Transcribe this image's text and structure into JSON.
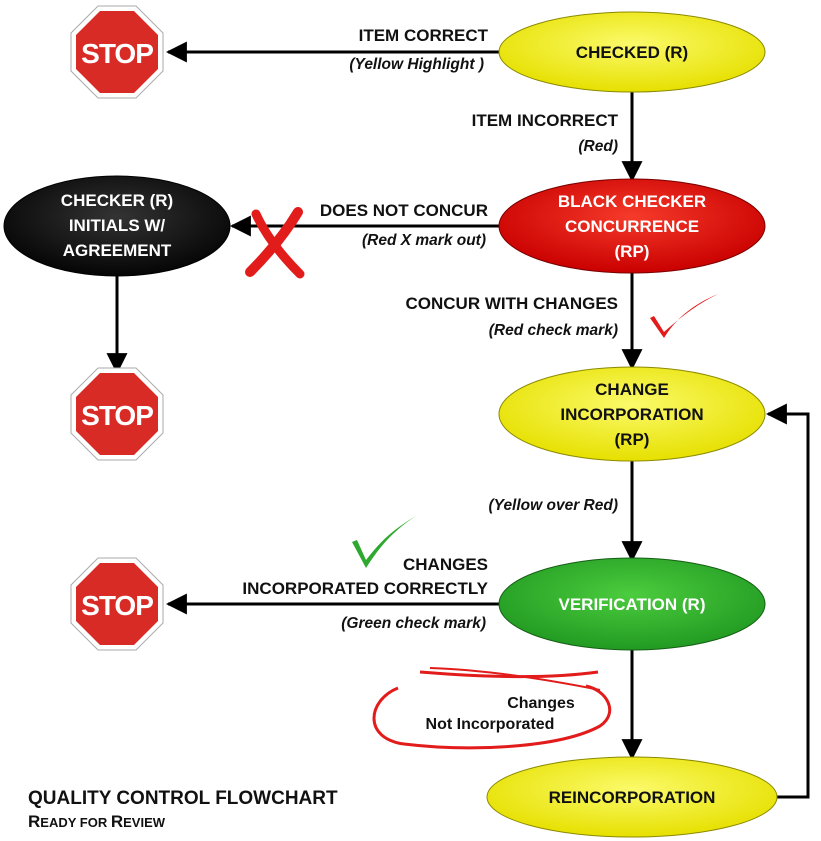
{
  "colors": {
    "yellow": "#f2ef00",
    "red": "#e00000",
    "black": "#111111",
    "green": "#2fb52f",
    "stop_red": "#d92b26",
    "arrow": "#000000",
    "mark_red": "#e21b1b",
    "mark_green": "#2ea82e"
  },
  "nodes": {
    "checked": [
      "CHECKED (R)"
    ],
    "concurrence": [
      "BLACK CHECKER",
      "CONCURRENCE",
      "(RP)"
    ],
    "checker_initials": [
      "CHECKER (R)",
      "INITIALS W/",
      "AGREEMENT"
    ],
    "change_incorporation": [
      "CHANGE",
      "INCORPORATION",
      "(RP)"
    ],
    "verification": [
      "VERIFICATION (R)"
    ],
    "reincorporation": [
      "REINCORPORATION"
    ]
  },
  "stop_label": "STOP",
  "edges": {
    "item_correct": {
      "label": "ITEM CORRECT",
      "note": "(Yellow Highlight )"
    },
    "item_incorrect": {
      "label": "ITEM INCORRECT",
      "note": "(Red)"
    },
    "does_not_concur": {
      "label": "DOES NOT CONCUR",
      "note": "(Red X mark out)"
    },
    "concur_with_changes": {
      "label": "CONCUR WITH CHANGES",
      "note": "(Red check mark)"
    },
    "yellow_over_red": {
      "note": "(Yellow over Red)"
    },
    "incorporated_correctly": {
      "label_line1": "CHANGES",
      "label_line2": "INCORPORATED CORRECTLY",
      "note": "(Green check mark)"
    }
  },
  "annotation": [
    "Changes",
    "Not Incorporated"
  ],
  "title": "QUALITY CONTROL FLOWCHART",
  "subtitle_first": "R",
  "subtitle_rest1": "EADY FOR ",
  "subtitle_mid": "R",
  "subtitle_rest2": "EVIEW",
  "icons": [
    "stop-sign-icon",
    "red-x-mark-icon",
    "red-check-mark-icon",
    "green-check-mark-icon"
  ]
}
